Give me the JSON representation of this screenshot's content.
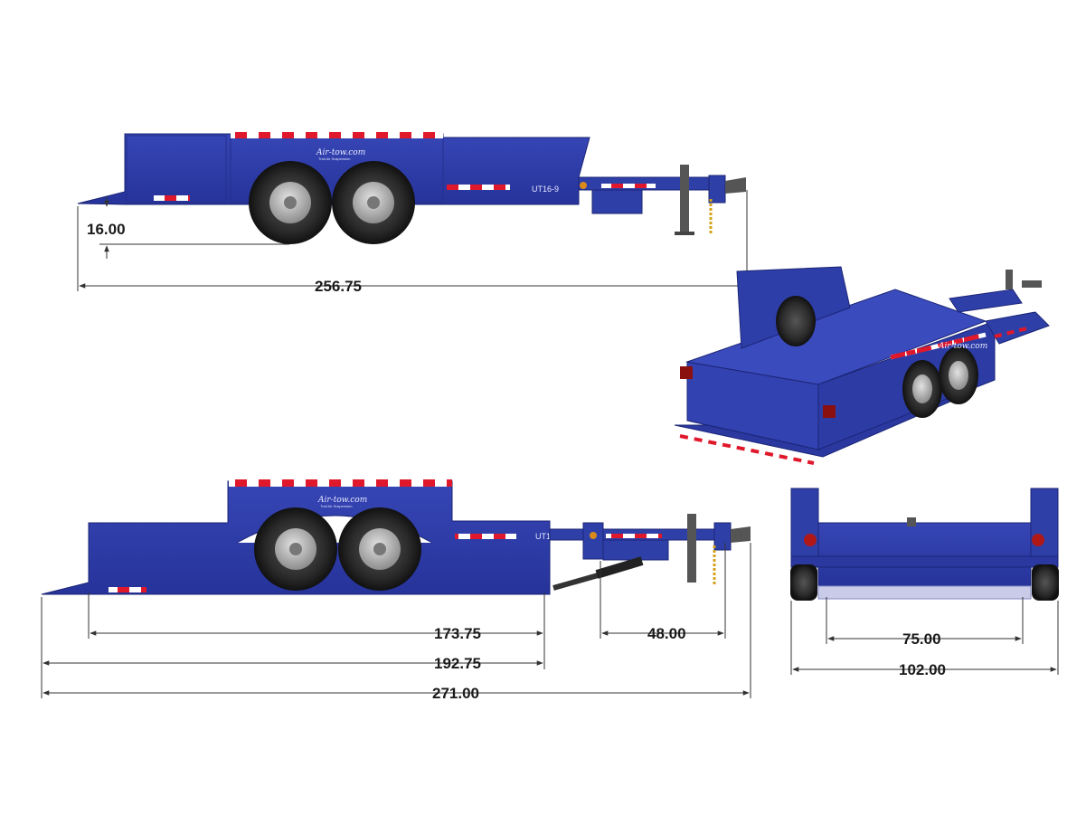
{
  "diagram": {
    "colors": {
      "trailer_blue": "#2f3fa8",
      "trailer_dark": "#1f2b86",
      "reflector_red": "#e0182b",
      "reflector_white": "#ffffff",
      "tire": "#2a2a2a",
      "rim": "#b8b8b8",
      "chain": "#d4a21a",
      "dimension_line": "#333333"
    },
    "brand_text": "Air-tow.com",
    "brand_subtext": "Trail Air Suspension",
    "model_label": "UT16-9",
    "views": {
      "side_top": {
        "dimensions": {
          "deck_height": "16.00",
          "overall_length": "256.75"
        }
      },
      "side_bottom": {
        "dimensions": {
          "deck_length": "173.75",
          "hitch_length": "48.00",
          "bed_length": "192.75",
          "overall_length": "271.00"
        }
      },
      "rear": {
        "dimensions": {
          "inner_width": "75.00",
          "overall_width": "102.00"
        }
      }
    }
  }
}
